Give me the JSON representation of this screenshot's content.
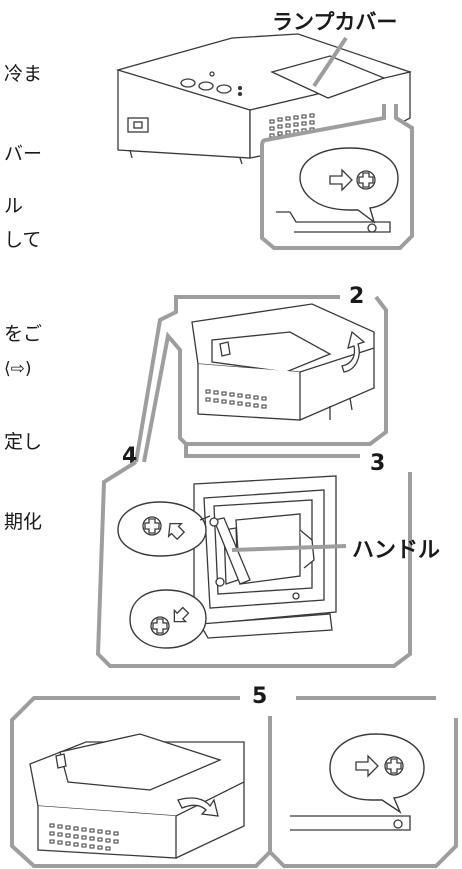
{
  "labels": {
    "lamp_cover": "ランプカバー",
    "handle": "ハンドル",
    "step2": "2",
    "step3": "3",
    "step4": "4",
    "step5": "5"
  },
  "edge_text": [
    {
      "id": "e1",
      "text": "冷ま"
    },
    {
      "id": "e2",
      "text": "バー"
    },
    {
      "id": "e3",
      "text": "ル"
    },
    {
      "id": "e4",
      "text": "して"
    },
    {
      "id": "e5",
      "text": "をご"
    },
    {
      "id": "e6",
      "text": "⟨⇨)"
    },
    {
      "id": "e7",
      "text": "定し"
    },
    {
      "id": "e8",
      "text": "期化"
    }
  ],
  "colors": {
    "frame": "#9e9e9e",
    "line": "#3a3a3a",
    "text": "#1a1a1a"
  },
  "icons": [
    "arrow-right-icon",
    "screw-icon",
    "arrow-up-left-icon",
    "arrow-down-left-icon",
    "curved-arrow-icon"
  ]
}
